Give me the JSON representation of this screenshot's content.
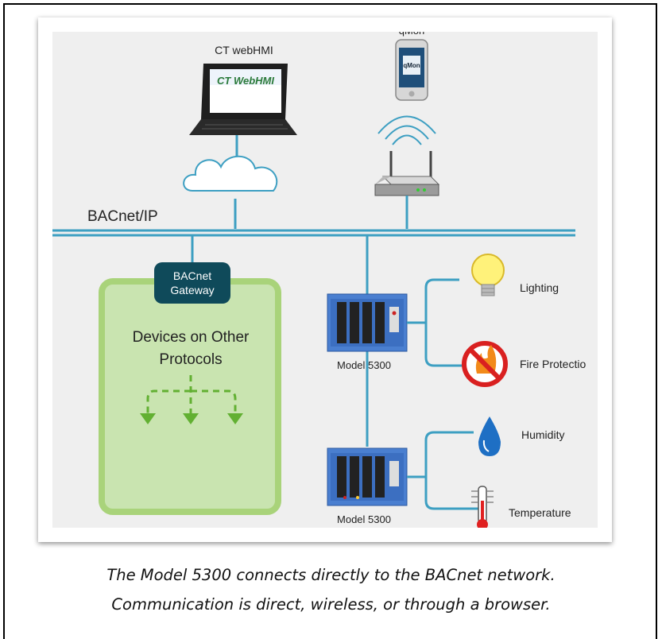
{
  "diagram": {
    "network_label": "BACnet/IP",
    "laptop_label": "CT webHMI",
    "laptop_screen_text": "CT WebHMI",
    "phone_label": "qMon",
    "phone_screen_text": "qMon",
    "gateway_label_line1": "BACnet",
    "gateway_label_line2": "Gateway",
    "devices_label_line1": "Devices on Other",
    "devices_label_line2": "Protocols",
    "model_label_top": "Model 5300",
    "model_label_bottom": "Model 5300",
    "lighting_label": "Lighting",
    "fire_label": "Fire Protectio",
    "humidity_label": "Humidity",
    "temperature_label": "Temperature",
    "colors": {
      "network": "#3d9fc2",
      "green_box": "#a9d37a",
      "green_fill": "#c9e4b0",
      "gateway": "#0f4a5a",
      "module_blue": "#4a7fd0"
    }
  },
  "caption": {
    "line1": "The Model 5300 connects directly to the BACnet network.",
    "line2": "Communication is direct, wireless, or through a browser."
  }
}
